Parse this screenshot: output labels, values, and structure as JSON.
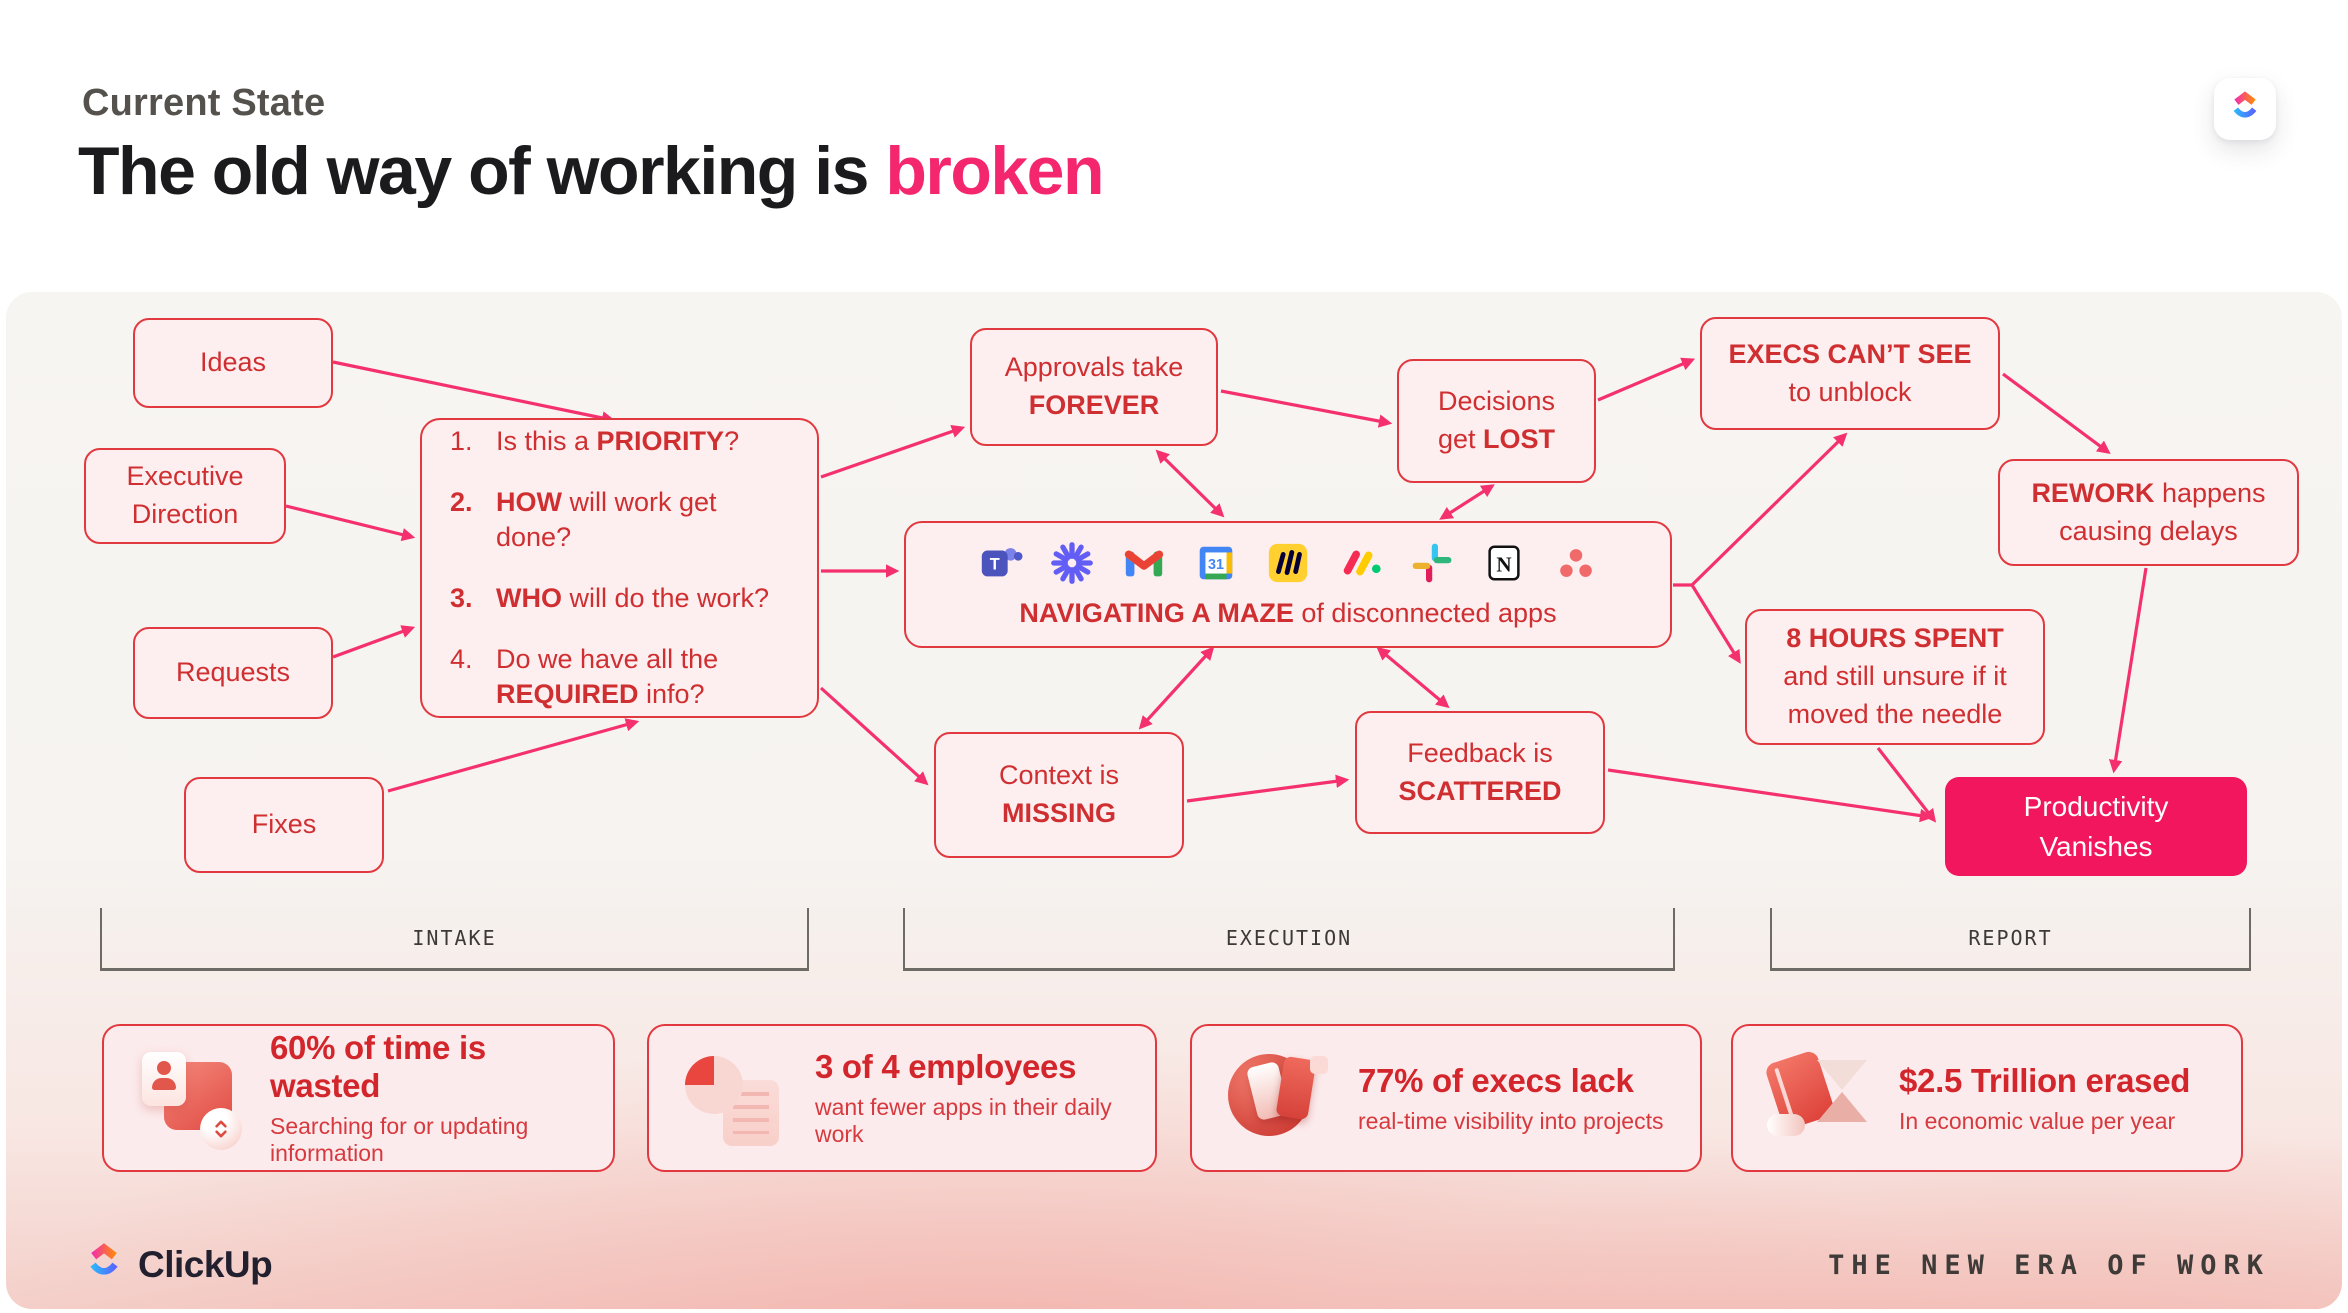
{
  "header": {
    "eyebrow": "Current State",
    "title": "The old way of working is ",
    "highlight": "broken"
  },
  "flow": {
    "sources": [
      "Ideas",
      "Executive Direction",
      "Requests",
      "Fixes"
    ],
    "questions": [
      {
        "num_segments": [
          {
            "t": "1."
          }
        ],
        "segments": [
          {
            "t": "Is this a "
          },
          {
            "t": "PRIORITY",
            "b": true
          },
          {
            "t": "?"
          }
        ]
      },
      {
        "num_segments": [
          {
            "t": "2.",
            "b": true
          }
        ],
        "segments": [
          {
            "t": "HOW",
            "b": true
          },
          {
            "t": " will work get done?"
          }
        ]
      },
      {
        "num_segments": [
          {
            "t": "3.",
            "b": true
          }
        ],
        "segments": [
          {
            "t": "WHO",
            "b": true
          },
          {
            "t": " will do the work?"
          }
        ]
      },
      {
        "num_segments": [
          {
            "t": "4."
          }
        ],
        "segments": [
          {
            "t": "Do we have all the "
          },
          {
            "t": "REQUIRED",
            "b": true
          },
          {
            "t": " info?"
          }
        ]
      }
    ],
    "nodes": {
      "approvals": [
        {
          "t": "Approvals take"
        },
        {
          "br": true
        },
        {
          "t": "FOREVER",
          "b": true
        }
      ],
      "decisions": [
        {
          "t": "Decisions"
        },
        {
          "br": true
        },
        {
          "t": "get "
        },
        {
          "t": "LOST",
          "b": true
        }
      ],
      "maze_label": [
        {
          "t": "NAVIGATING A MAZE",
          "b": true
        },
        {
          "t": " of disconnected apps"
        }
      ],
      "context": [
        {
          "t": "Context is"
        },
        {
          "br": true
        },
        {
          "t": "MISSING",
          "b": true
        }
      ],
      "feedback": [
        {
          "t": "Feedback is"
        },
        {
          "br": true
        },
        {
          "t": "SCATTERED",
          "b": true
        }
      ],
      "execs": [
        {
          "t": "EXECS CAN’T SEE",
          "b": true
        },
        {
          "br": true
        },
        {
          "t": "to unblock"
        }
      ],
      "rework": [
        {
          "t": "REWORK",
          "b": true
        },
        {
          "t": " happens"
        },
        {
          "br": true
        },
        {
          "t": "causing delays"
        }
      ],
      "hours": [
        {
          "t": "8 HOURS SPENT",
          "b": true
        },
        {
          "br": true
        },
        {
          "t": "and still unsure if it"
        },
        {
          "br": true
        },
        {
          "t": "moved the needle"
        }
      ],
      "productivity": [
        {
          "t": "Productivity"
        },
        {
          "br": true
        },
        {
          "t": "Vanishes"
        }
      ]
    },
    "apps": [
      "Microsoft Teams",
      "Loom",
      "Gmail",
      "Google Calendar",
      "Miro",
      "monday.com",
      "Slack",
      "Notion",
      "Asana"
    ]
  },
  "sections": [
    "INTAKE",
    "EXECUTION",
    "REPORT"
  ],
  "stats": [
    {
      "title": "60% of time is wasted",
      "subtitle": "Searching for or updating information",
      "icon": "time-wasted-icon"
    },
    {
      "title": "3 of 4 employees",
      "subtitle": "want fewer apps in their daily work",
      "icon": "pie-document-icon"
    },
    {
      "title": "77% of execs lack",
      "subtitle": "real-time visibility into projects",
      "icon": "visibility-icon"
    },
    {
      "title": "$2.5 Trillion erased",
      "subtitle": "In economic value per year",
      "icon": "book-hourglass-icon"
    }
  ],
  "footer": {
    "brand": "ClickUp",
    "tagline": "THE NEW ERA OF WORK"
  },
  "colors": {
    "accent_pink": "#F4316E",
    "border_red": "#E2383F",
    "text_red": "#D02F31",
    "node_fill": "#FDEFF0",
    "productivity_fill": "#F2165E",
    "title_highlight": "#F4266E"
  }
}
